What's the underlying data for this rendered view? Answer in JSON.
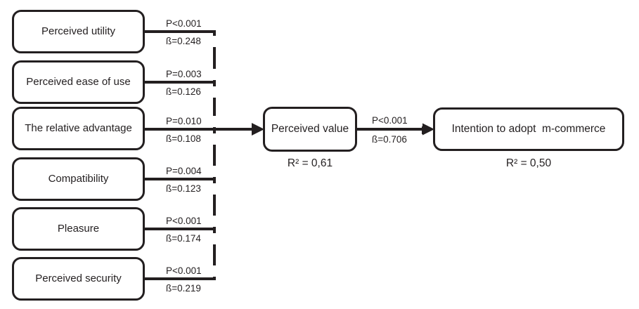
{
  "diagram": {
    "predictors": [
      {
        "label": "Perceived utility",
        "p_value": "P<0.001",
        "beta": "ß=0.248"
      },
      {
        "label": "Perceived ease of use",
        "p_value": "P=0.003",
        "beta": "ß=0.126"
      },
      {
        "label": "The relative advantage",
        "p_value": "P=0.010",
        "beta": "ß=0.108"
      },
      {
        "label": "Compatibility",
        "p_value": "P=0.004",
        "beta": "ß=0.123"
      },
      {
        "label": "Pleasure",
        "p_value": "P<0.001",
        "beta": "ß=0.174"
      },
      {
        "label": "Perceived security",
        "p_value": "P<0.001",
        "beta": "ß=0.219"
      }
    ],
    "mediator": {
      "label": "Perceived value",
      "r_squared": "R² = 0,61"
    },
    "outcome": {
      "label": "Intention to adopt  m-commerce",
      "r_squared": "R² = 0,50"
    },
    "mediator_to_outcome_path": {
      "p_value": "P<0.001",
      "beta": "ß=0.706"
    },
    "colors": {
      "ink": "#231f20",
      "background": "#ffffff"
    }
  }
}
